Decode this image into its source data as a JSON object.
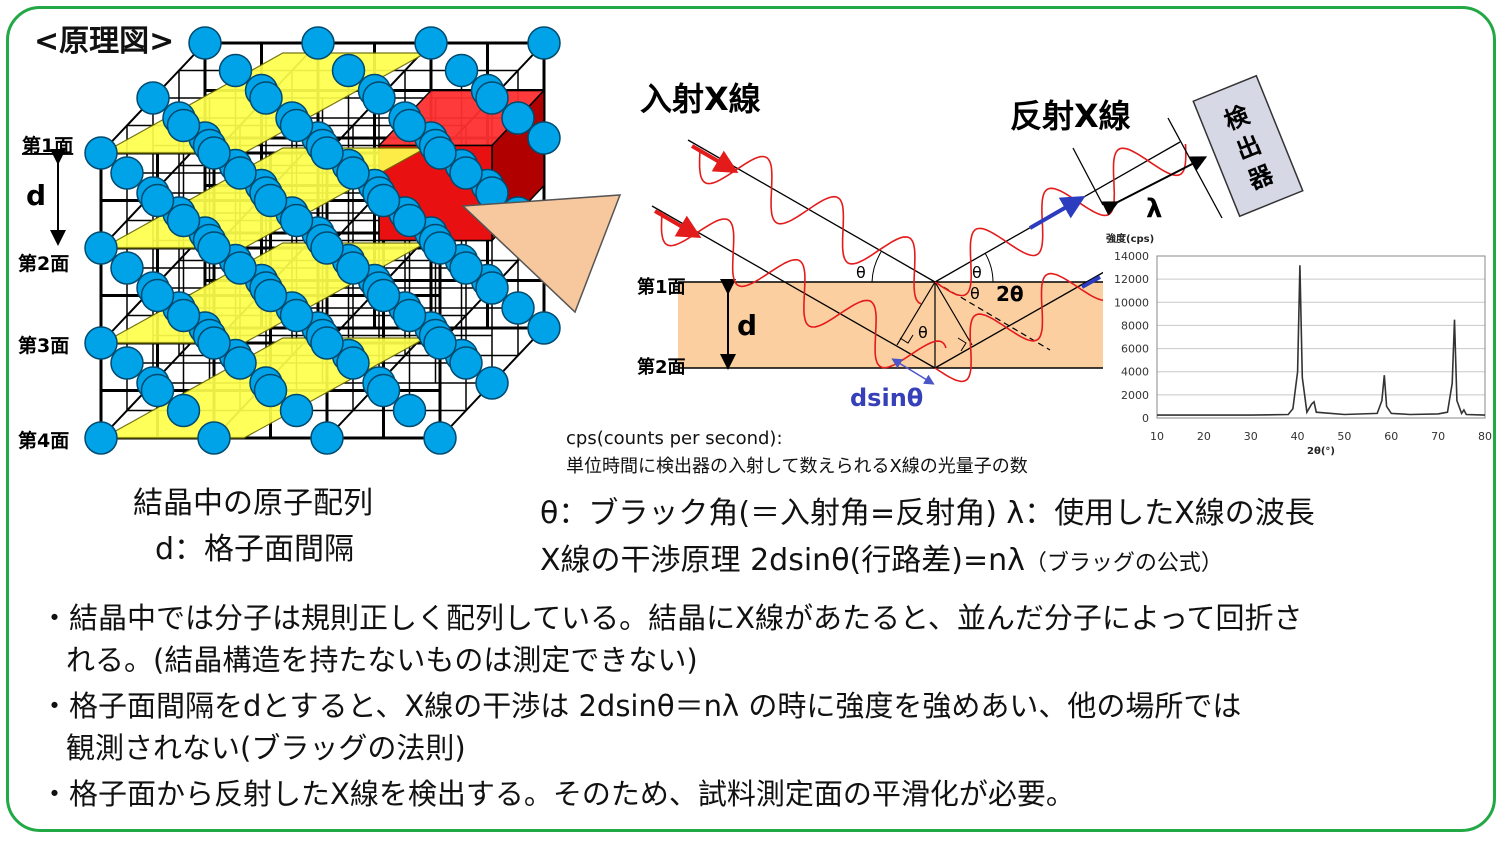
{
  "title": "<原理図>",
  "lattice": {
    "planes": [
      "第1面",
      "第2面",
      "第3面",
      "第4面"
    ],
    "d_label": "d",
    "caption1": "結晶中の原子配列",
    "caption2": "d：格子面間隔"
  },
  "diffraction": {
    "incident": "入射X線",
    "reflected": "反射X線",
    "detector": "検出器",
    "lambda": "λ",
    "plane1": "第1面",
    "plane2": "第2面",
    "d": "d",
    "dsin": "dsinθ",
    "theta": "θ",
    "two_theta": "2θ"
  },
  "chart_data": {
    "type": "line",
    "ylabel": "強度(cps)",
    "xlabel": "2θ(°)",
    "xlim": [
      10,
      80
    ],
    "ylim": [
      0,
      14000
    ],
    "xticks": [
      10,
      20,
      30,
      40,
      50,
      60,
      70,
      80
    ],
    "yticks": [
      0,
      2000,
      4000,
      6000,
      8000,
      10000,
      12000,
      14000
    ],
    "grid": "horizontal",
    "x": [
      10,
      30,
      38,
      39,
      40,
      40.5,
      41,
      42,
      43,
      43.5,
      44,
      50,
      57,
      58,
      58.5,
      59,
      60,
      64,
      70,
      72,
      73,
      73.5,
      74,
      75,
      75.5,
      76,
      80
    ],
    "y": [
      250,
      250,
      300,
      800,
      4000,
      13200,
      3500,
      500,
      1200,
      1400,
      500,
      300,
      400,
      1500,
      3700,
      1000,
      400,
      300,
      350,
      500,
      3000,
      8500,
      1500,
      400,
      700,
      300,
      250
    ]
  },
  "cps_note1": "cps(counts per second):",
  "cps_note2": "単位時間に検出器の入射して数えられるX線の光量子の数",
  "eq1": "θ：ブラック角(＝入射角=反射角)  λ：使用したX線の波長",
  "eq2_main": "X線の干渉原理  2dsinθ(行路差)=nλ",
  "eq2_small": "（ブラッグの公式）",
  "bullets": [
    "・結晶中では分子は規則正しく配列している。結晶にX線があたると、並んだ分子によって回折さ",
    "れる。(結晶構造を持たないものは測定できない)",
    "・格子面間隔をdとすると、X線の干渉は  2dsinθ＝nλ  の時に強度を強めあい、他の場所では",
    "観測されない(ブラッグの法則)",
    "・格子面から反射したX線を検出する。そのため、試料測定面の平滑化が必要。"
  ],
  "colors": {
    "frame": "#22a845",
    "atom": "#00a2e8",
    "plane": "#ffff4d",
    "cube": "#e81010",
    "layer": "#fbcfa0",
    "wave": "#e41b1b",
    "arrow_blue": "#2b3cbf"
  }
}
